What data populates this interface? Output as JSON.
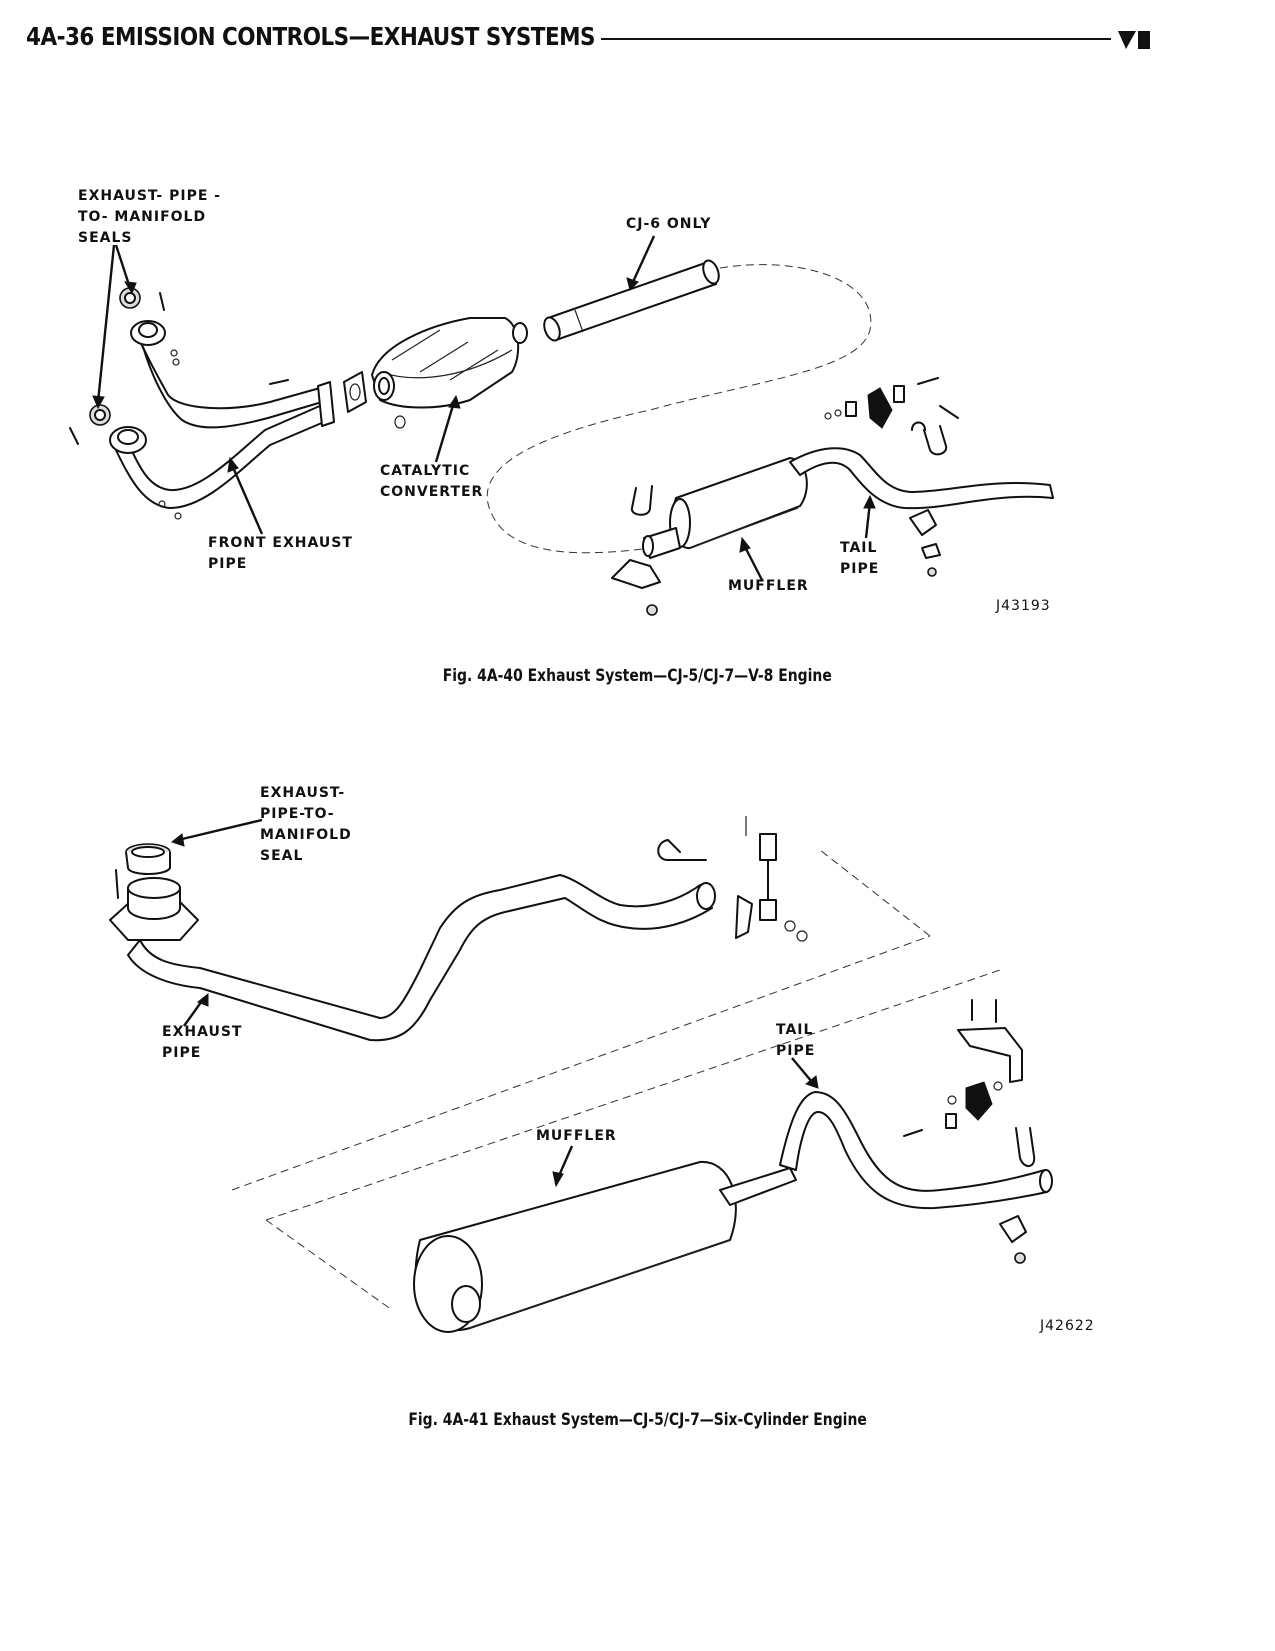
{
  "header": {
    "title": "4A-36 EMISSION CONTROLS—EXHAUST SYSTEMS"
  },
  "figure1": {
    "labels": {
      "seals": "EXHAUST- PIPE -\nTO- MANIFOLD\nSEALS",
      "cj6": "CJ-6 ONLY",
      "catalytic": "CATALYTIC\nCONVERTER",
      "front_pipe": "FRONT EXHAUST\nPIPE",
      "tail_pipe": "TAIL\nPIPE",
      "muffler": "MUFFLER"
    },
    "code": "J43193",
    "caption": "Fig. 4A-40  Exhaust System—CJ-5/CJ-7—V-8 Engine"
  },
  "figure2": {
    "labels": {
      "seal": "EXHAUST-\nPIPE-TO-\nMANIFOLD\nSEAL",
      "exhaust_pipe": "EXHAUST\nPIPE",
      "tail_pipe": "TAIL\nPIPE",
      "muffler": "MUFFLER"
    },
    "code": "J42622",
    "caption": "Fig. 4A-41  Exhaust System—CJ-5/CJ-7—Six-Cylinder Engine"
  }
}
